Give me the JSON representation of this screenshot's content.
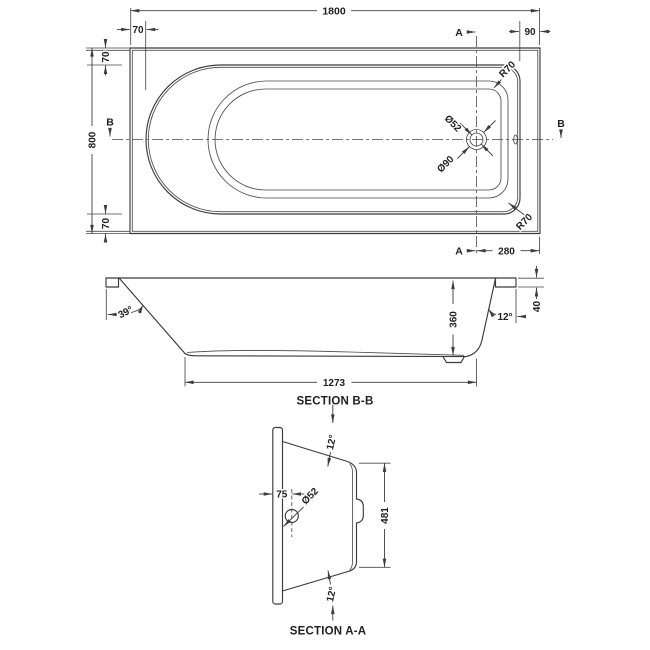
{
  "drawing": {
    "plan": {
      "length": "1800",
      "overall_width": "800",
      "head_rim_width": "70",
      "foot_rim_width": "90",
      "side_rim_top": "70",
      "side_rim_bottom": "70",
      "waste_to_end": "280",
      "waste_diameter": "Ø52",
      "waste_recess_diameter": "Ø90",
      "corner_radius_top": "R70",
      "corner_radius_bottom": "R70",
      "section_a_label": "A",
      "section_b_label": "B"
    },
    "section_bb": {
      "title": "SECTION B-B",
      "head_angle": "39°",
      "internal_depth": "360",
      "foot_angle": "12°",
      "rim_lip_height": "40",
      "base_length": "1273"
    },
    "section_aa": {
      "title": "SECTION A-A",
      "upper_wall_angle": "12°",
      "lower_wall_angle": "12°",
      "overflow_from_rim": "75",
      "overflow_diameter": "Ø52",
      "base_width": "481"
    },
    "colors": {
      "line": "#3a3a3a",
      "text": "#1f1f1f",
      "background": "#ffffff"
    }
  }
}
